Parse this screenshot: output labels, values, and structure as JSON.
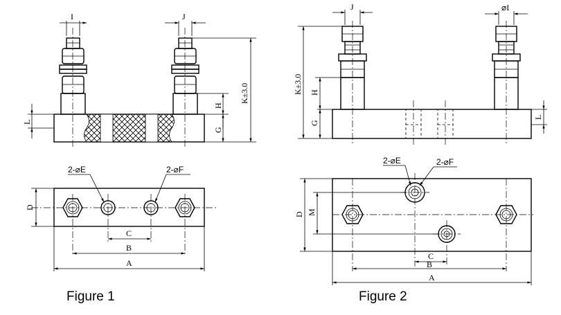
{
  "figures": [
    {
      "caption": "Figure 1",
      "labels": {
        "I": "I",
        "J": "J",
        "K": "K±3.0",
        "H": "H",
        "G": "G",
        "L": "L",
        "E": "2-⌀E",
        "F": "2-⌀F",
        "D": "D",
        "C": "C",
        "B": "B",
        "A": "A"
      }
    },
    {
      "caption": "Figure 2",
      "labels": {
        "J": "J",
        "I": "⌀I",
        "K": "K±3.0",
        "H": "H",
        "G": "G",
        "L": "L",
        "E": "2-⌀E",
        "F": "2-⌀F",
        "D": "D",
        "M": "M",
        "C": "C",
        "B": "B",
        "A": "A"
      }
    }
  ]
}
